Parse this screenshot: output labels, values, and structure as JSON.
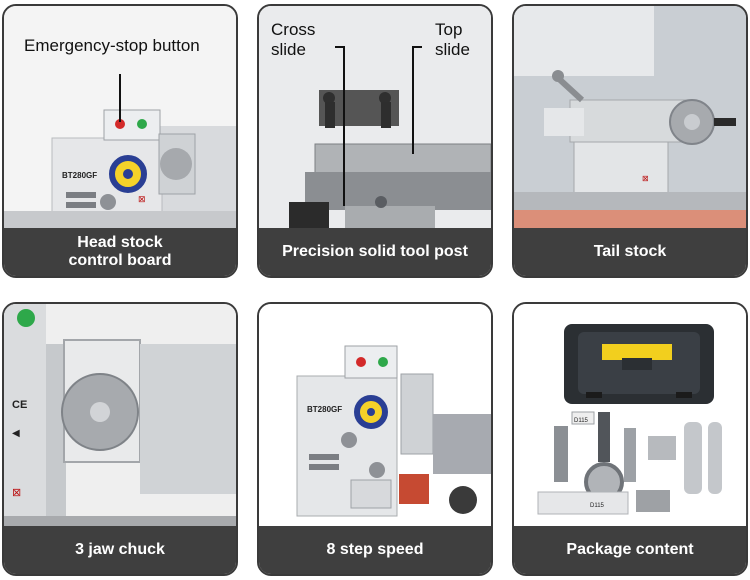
{
  "cards": [
    {
      "caption_line1": "Head stock",
      "caption_line2": "control board",
      "callout": "Emergency-stop button",
      "model": "BT280GF"
    },
    {
      "caption": "Precision solid tool post",
      "callout_left_1": "Cross",
      "callout_left_2": "slide",
      "callout_right_1": "Top",
      "callout_right_2": "slide"
    },
    {
      "caption": "Tail stock"
    },
    {
      "caption": "3 jaw chuck",
      "mark": "CE"
    },
    {
      "caption": "8 step speed",
      "model": "BT280GF"
    },
    {
      "caption": "Package content",
      "tag1": "D115",
      "tag2": "D115"
    }
  ]
}
